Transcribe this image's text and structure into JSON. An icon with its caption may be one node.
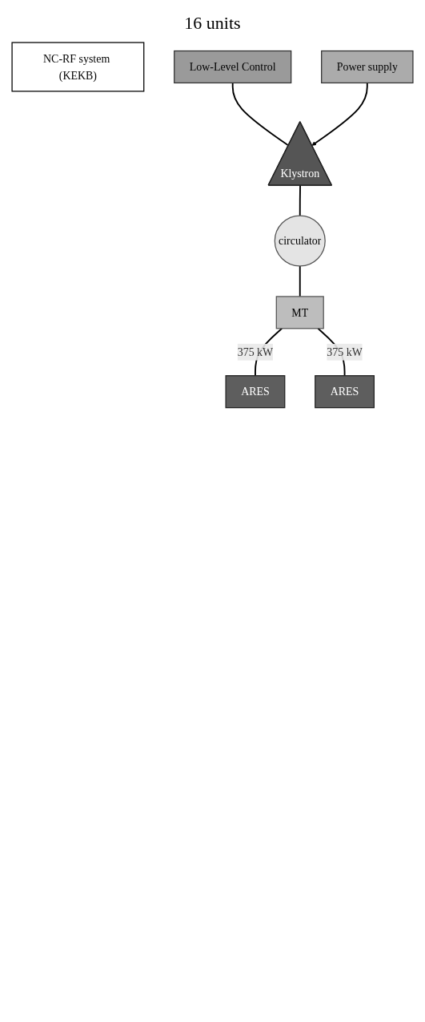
{
  "diagram": {
    "nodes": [
      {
        "text": [
          "NC-RF system (KEKB)"
        ]
      },
      {
        "text": [
          "Low-Level Control"
        ]
      },
      {
        "text": [
          "Klystron"
        ]
      },
      {
        "text": [
          "Power supply"
        ]
      },
      {
        "text": [
          "circulator"
        ]
      },
      {
        "text": [
          "MT"
        ]
      },
      {
        "text": [
          "ARES"
        ]
      },
      {
        "text": [
          "ARES"
        ]
      }
    ],
    "edges": [
      {
        "from": 1,
        "to": 2,
        "arrow": "none"
      },
      {
        "from": 3,
        "to": 2,
        "arrow": "to"
      },
      {
        "from": 2,
        "to": 4,
        "arrow": "none"
      },
      {
        "from": 4,
        "to": 5,
        "arrow": "none"
      },
      {
        "from": 5,
        "to": 6,
        "arrow": "none",
        "label": "375 kW"
      },
      {
        "from": 5,
        "to": 7,
        "arrow": "none",
        "label": "375 kW"
      }
    ],
    "labels": [
      "16 units"
    ]
  }
}
